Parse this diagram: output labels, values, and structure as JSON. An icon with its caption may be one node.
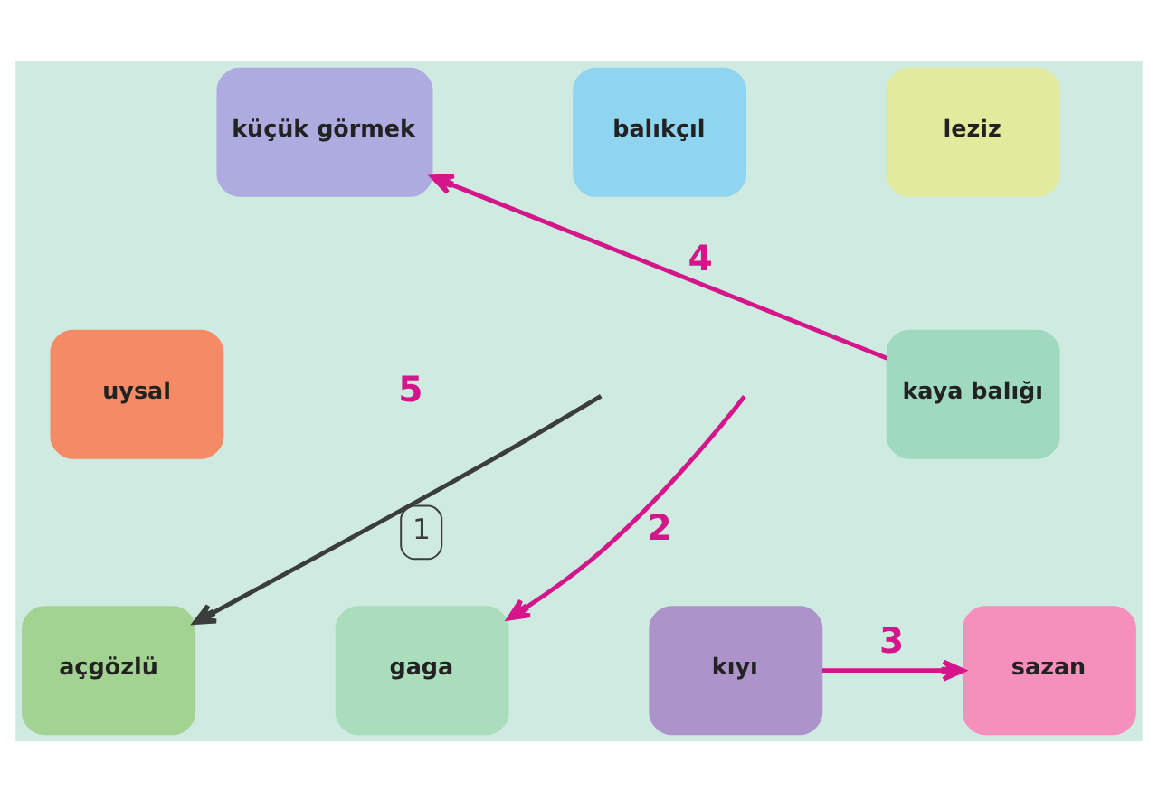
{
  "diagram": {
    "nodes": [
      {
        "text": [
          "küçük görmek"
        ]
      },
      {
        "text": [
          "balıkçıl"
        ]
      },
      {
        "text": [
          "leziz"
        ]
      },
      {
        "text": [
          "uysal"
        ]
      },
      {
        "text": [
          "kaya balığı"
        ]
      },
      {
        "text": [
          "açgözlü"
        ]
      },
      {
        "text": [
          "gaga"
        ]
      },
      {
        "text": [
          "kıyı"
        ]
      },
      {
        "text": [
          "sazan"
        ]
      }
    ],
    "edges": [
      {
        "from": null,
        "to": 5,
        "arrow": "to",
        "label": "1",
        "color": "#3a3d3b"
      },
      {
        "from": null,
        "to": 6,
        "arrow": "to",
        "label": "2"
      },
      {
        "from": 7,
        "to": 8,
        "arrow": "to",
        "label": "3"
      },
      {
        "from": 4,
        "to": 0,
        "arrow": "to",
        "label": "4"
      }
    ],
    "labels": [
      "5"
    ]
  }
}
